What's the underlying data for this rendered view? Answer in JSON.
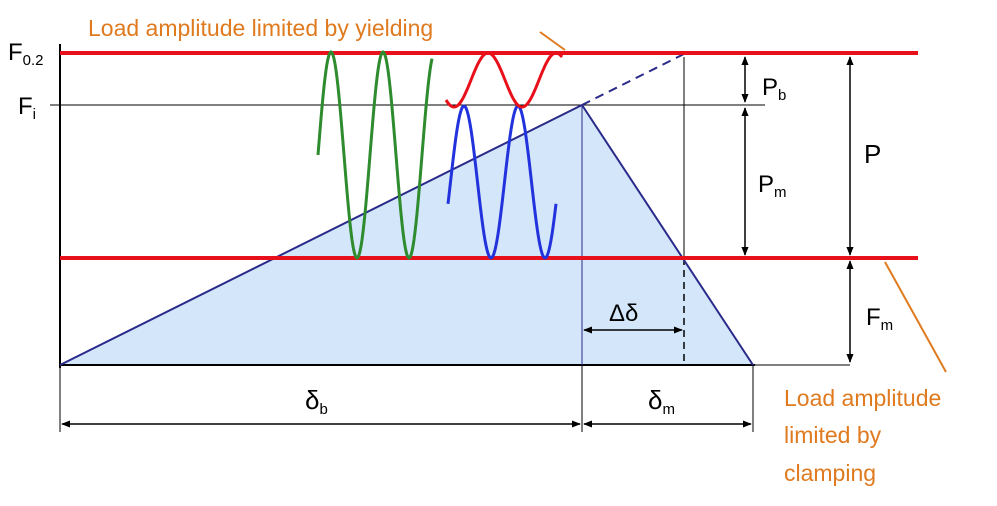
{
  "annotations": {
    "yield_note": "Load amplitude limited by yielding",
    "clamp_note_lines": [
      "Load amplitude",
      "limited by",
      "clamping"
    ]
  },
  "symbols": {
    "F02": {
      "base": "F",
      "sub": "0.2"
    },
    "Fi": {
      "base": "F",
      "sub": "i"
    },
    "Pb": {
      "base": "P",
      "sub": "b"
    },
    "Pm": {
      "base": "P",
      "sub": "m"
    },
    "P": {
      "base": "P",
      "sub": ""
    },
    "Fm": {
      "base": "F",
      "sub": "m"
    },
    "delta_b": {
      "base": "δ",
      "sub": "b"
    },
    "delta_m": {
      "base": "δ",
      "sub": "m"
    },
    "delta_delta": {
      "base": "Δδ",
      "sub": ""
    }
  },
  "colors": {
    "limit_line": "#e8101a",
    "triangle_fill": "#d3e6fa",
    "triangle_stroke": "#2a2a8a",
    "green_wave": "#2e8b2e",
    "blue_wave": "#2233dd",
    "red_wave": "#e8101a",
    "annotation": "#e07a1f"
  }
}
